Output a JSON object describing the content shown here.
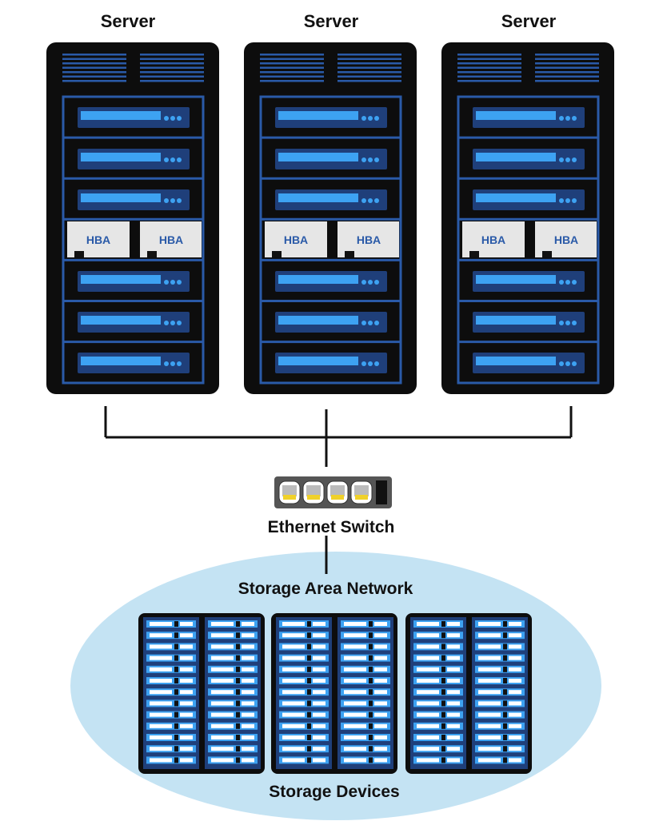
{
  "servers": [
    {
      "label": "Server",
      "hba_labels": [
        "HBA",
        "HBA"
      ]
    },
    {
      "label": "Server",
      "hba_labels": [
        "HBA",
        "HBA"
      ]
    },
    {
      "label": "Server",
      "hba_labels": [
        "HBA",
        "HBA"
      ]
    }
  ],
  "switch": {
    "label": "Ethernet Switch",
    "port_count": 4
  },
  "san": {
    "label": "Storage Area Network"
  },
  "storage": {
    "label": "Storage Devices",
    "array_count": 3,
    "columns_per_array": 2,
    "drives_per_column": 13
  },
  "colors": {
    "rack_body": "#0d0d0d",
    "rack_frame": "#2a5aa8",
    "drive_bar": "#3da2f2",
    "hba_card": "#e6e6e6",
    "san_ellipse": "#c4e3f3",
    "switch_body": "#555555",
    "port_jack": "#f0d12a"
  }
}
